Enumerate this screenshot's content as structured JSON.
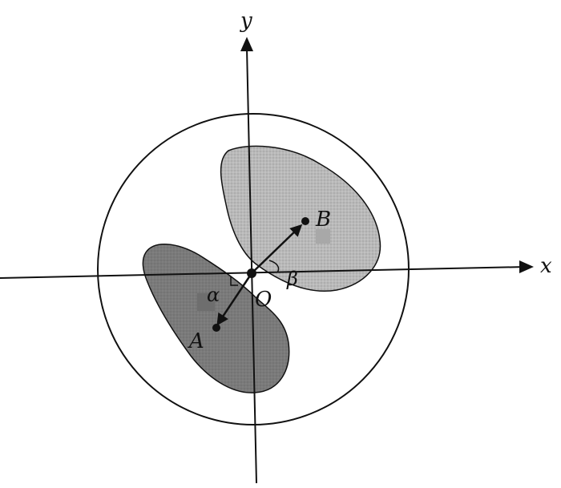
{
  "labels": {
    "axis_x": "x",
    "axis_y": "y",
    "origin": "O",
    "point_a": "A",
    "point_b": "B",
    "angle_alpha": "α",
    "angle_beta": "β"
  },
  "colors": {
    "line": "#111111",
    "blob_a_fill": "#7a7a7a",
    "blob_b_fill": "#b8b8b8",
    "background": "#ffffff"
  }
}
